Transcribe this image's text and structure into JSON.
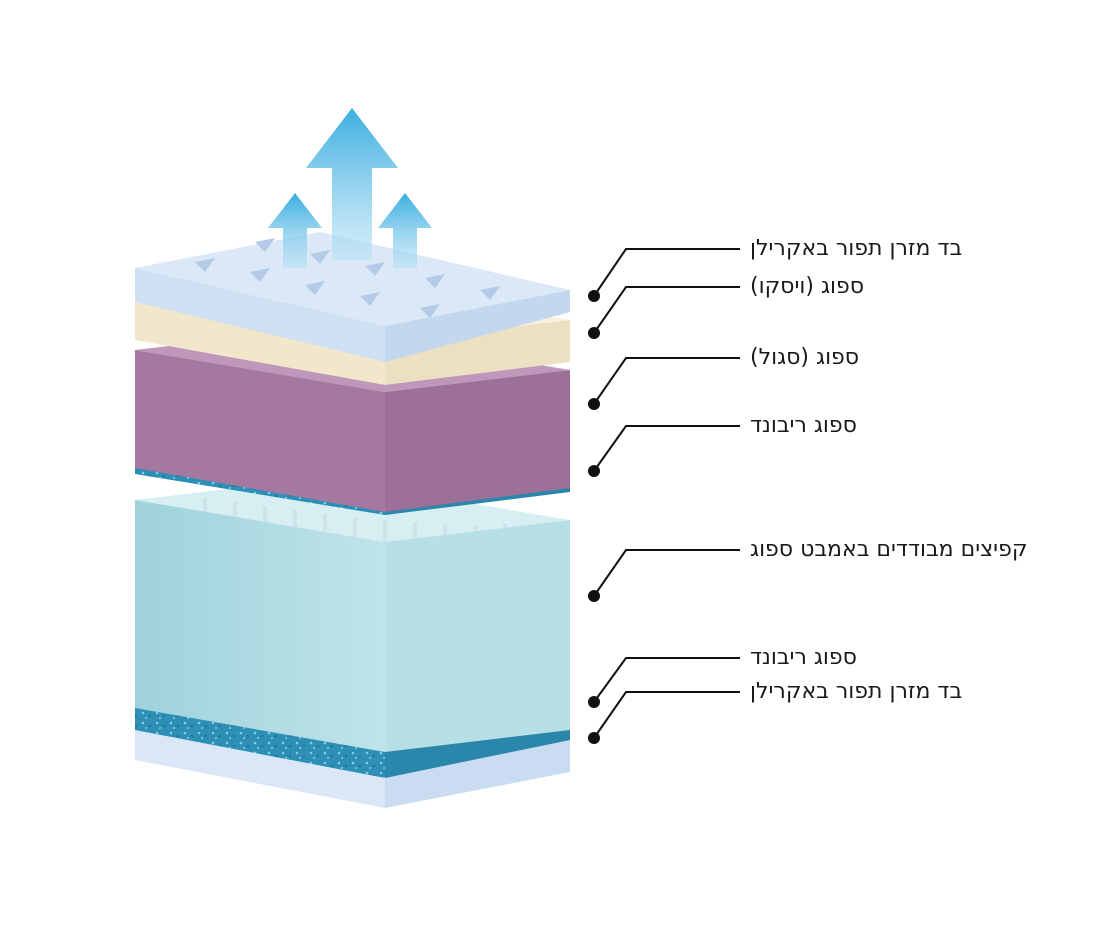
{
  "labels": [
    "בד מזרן תפור באקרילן",
    "ספוג (ויסקו)",
    "ספוג (סגול)",
    "ספוג ריבונד",
    "קפיצים מבודדים באמבט ספוג",
    "ספוג ריבונד",
    "בד מזרן תפור באקרילן"
  ],
  "colors": {
    "top_fabric": "#d6e6f7",
    "memory_foam": "#f3ead3",
    "purple_foam": "#a87aa3",
    "rebond_foam": "#2f93b8",
    "spring_block": "#b2dde4",
    "bottom_fabric": "#dbe9f8",
    "arrows": "#3ab0e0",
    "leader_lines": "#111111"
  },
  "icons": [
    "up-arrow-icon",
    "up-arrow-icon",
    "up-arrow-icon"
  ]
}
